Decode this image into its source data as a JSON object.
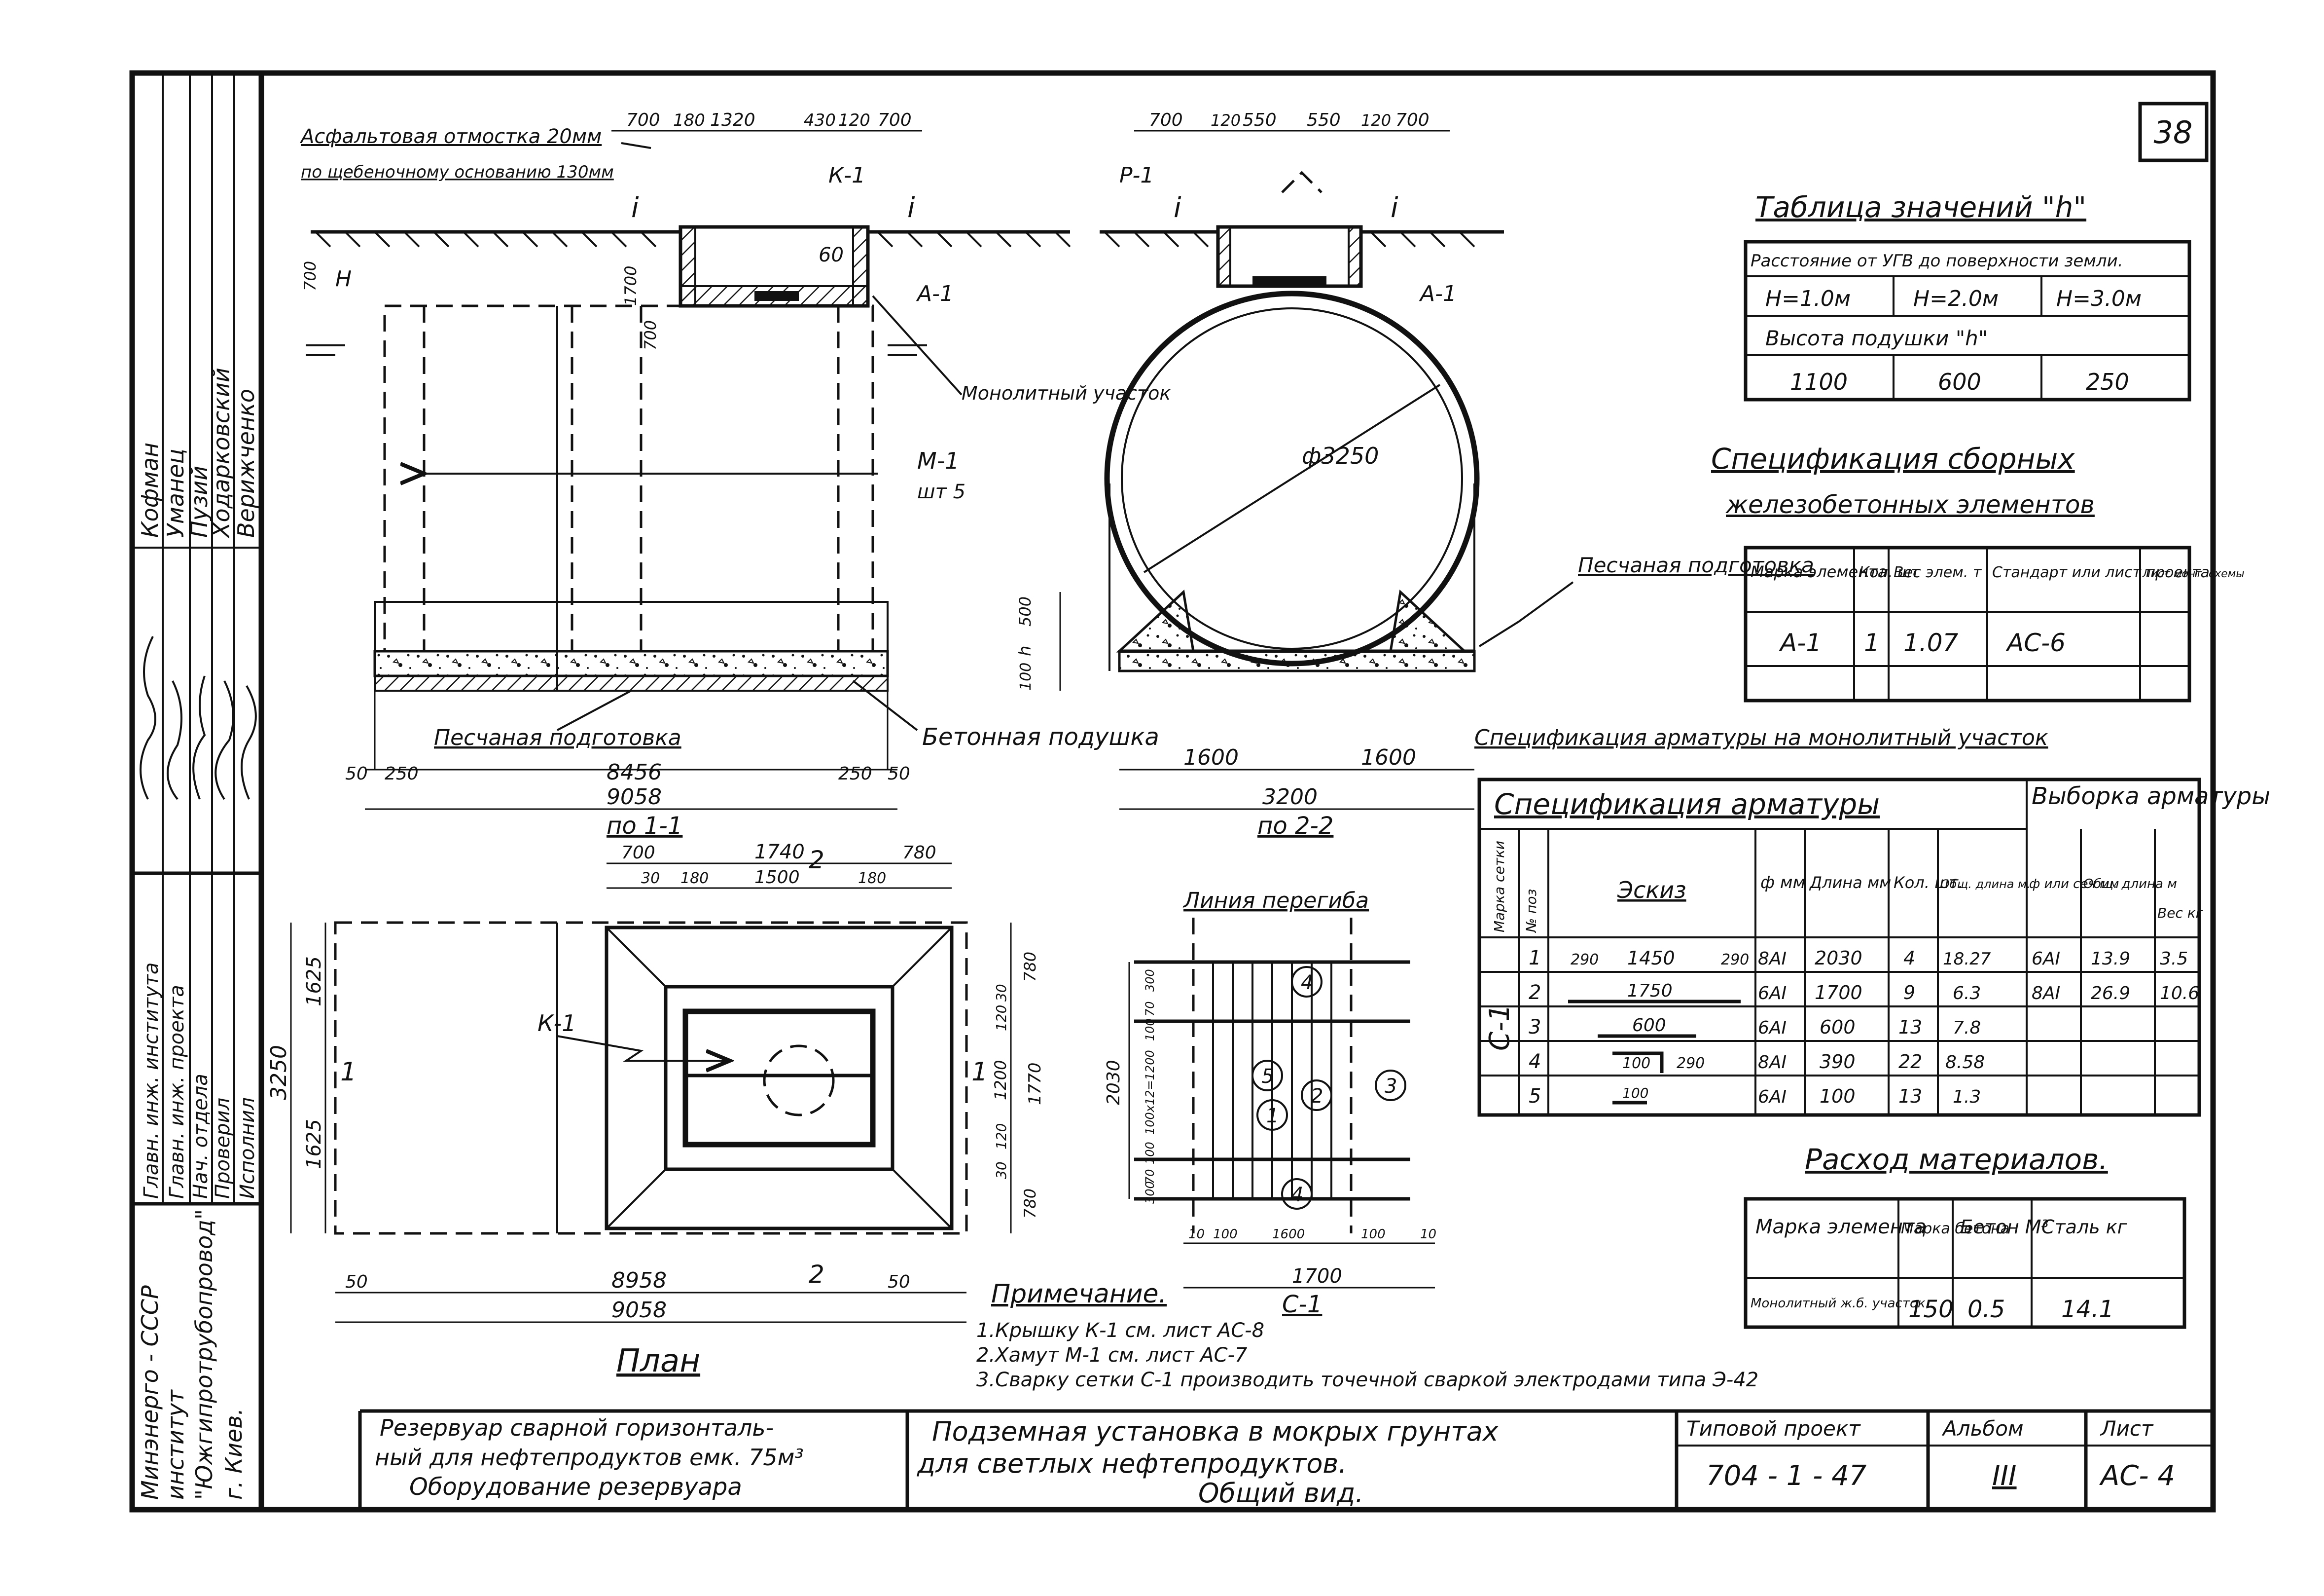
{
  "sheet_number": "38",
  "stamp_names": [
    "Кофман",
    "Уманец",
    "Пузий",
    "Ходарковский",
    "Верижченко"
  ],
  "stamp_roles": [
    "Главн. инж. института",
    "Главн. инж. проекта",
    "Нач. отдела",
    "Проверил",
    "Исполнил"
  ],
  "org": [
    "Минэнерго - СССР",
    "институт",
    "\"Южгипротрубопровод\"",
    "г. Киев."
  ],
  "section1": {
    "title": "по 1-1",
    "asphalt_note_1": "Асфальтовая отмостка 20мм",
    "asphalt_note_2": "по щебеночному основанию 130мм",
    "dims_top": [
      "700",
      "180",
      "1320",
      "430",
      "120",
      "700"
    ],
    "label_i": "i",
    "label_k1": "К-1",
    "label_60": "60",
    "label_a1": "А-1",
    "label_H": "H",
    "label_700": "700",
    "label_1700": "1700",
    "label_700v": "700",
    "monolith": "Монолитный участок",
    "m1": "М-1",
    "m1_count": "шт 5",
    "sand": "Песчаная подготовка",
    "concrete_pad": "Бетонная подушка",
    "dims_bottom": [
      "50",
      "250",
      "8456",
      "250",
      "50"
    ],
    "overall": "9058"
  },
  "section2": {
    "title": "по 2-2",
    "dims_top": [
      "700",
      "120",
      "550",
      "550",
      "120",
      "700"
    ],
    "diameter": "ф3250",
    "label_r1": "Р-1",
    "label_i": "i",
    "label_a1": "А-1",
    "sand": "Песчаная подготовка",
    "dim_500": "500",
    "dim_h": "h",
    "dim_100": "100",
    "dims_bottom": [
      "1600",
      "1600"
    ],
    "overall": "3200"
  },
  "plan": {
    "title": "План",
    "dims_top": [
      "700",
      "1740",
      "780"
    ],
    "dims_top2": [
      "30",
      "180",
      "1500",
      "180"
    ],
    "label_2_top": "2",
    "label_2_bottom": "2",
    "label_1_left": "1",
    "label_1_right": "1",
    "k1": "К-1",
    "height_total": "3250",
    "height_parts": [
      "1625",
      "1625"
    ],
    "right_dims": [
      "780",
      "30",
      "120",
      "1200",
      "120",
      "30",
      "780"
    ],
    "right_total": "1770",
    "dims_bottom": [
      "50",
      "8958",
      "50"
    ],
    "overall": "9058"
  },
  "mesh": {
    "title": "С-1",
    "bend_line": "Линия перегиба",
    "height": "2030",
    "width": "1700",
    "left_dims": [
      "300",
      "70",
      "100",
      "100x12=1200",
      "100",
      "70",
      "300"
    ],
    "bottom_dims": [
      "10",
      "100",
      "1600",
      "100",
      "10"
    ],
    "callouts": [
      "4",
      "5",
      "1",
      "2",
      "3",
      "4"
    ]
  },
  "notes": {
    "title": "Примечание.",
    "lines": [
      "1.Крышку К-1 см. лист АС-8",
      "2.Хамут М-1 см. лист АС-7",
      "3.Сварку сетки С-1 производить точечной сваркой электродами типа Э-42"
    ]
  },
  "h_table": {
    "title": "Таблица значений \"h\"",
    "header": "Расстояние от УГВ до поверхности земли.",
    "cols": [
      "Н=1.0м",
      "Н=2.0м",
      "Н=3.0м"
    ],
    "subheader": "Высота подушки \"h\"",
    "vals": [
      "1100",
      "600",
      "250"
    ]
  },
  "spec_prefab": {
    "title_1": "Спецификация сборных",
    "title_2": "железобетонных элементов",
    "headers": [
      "Марка элемента",
      "Кол. шт",
      "Вес элем. т",
      "Стандарт или лист проекта",
      "Лист монт. схемы"
    ],
    "row": [
      "А-1",
      "1",
      "1.07",
      "АС-6",
      ""
    ]
  },
  "spec_rebar_monolith": {
    "title": "Спецификация арматуры на монолитный участок"
  },
  "spec_rebar": {
    "title": "Спецификация арматуры",
    "selection_title": "Выборка арматуры",
    "headers": [
      "Марка сетки",
      "№ поз",
      "Эскиз",
      "ф мм",
      "Длина мм",
      "Кол. шт.",
      "Общ. длина м.",
      "ф или сеч мм",
      "Общ. длина м",
      "Вес кг"
    ],
    "mark": "С-1",
    "rows": [
      {
        "pos": "1",
        "sketch_l": "290",
        "sketch_m": "1450",
        "sketch_r": "290",
        "d": "8АI",
        "len": "2030",
        "qty": "4",
        "total": "18.27",
        "sel_d": "6АI",
        "sel_len": "13.9",
        "sel_w": "3.5"
      },
      {
        "pos": "2",
        "sketch_l": "",
        "sketch_m": "1750",
        "sketch_r": "",
        "d": "6АI",
        "len": "1700",
        "qty": "9",
        "total": "6.3",
        "sel_d": "8АI",
        "sel_len": "26.9",
        "sel_w": "10.6"
      },
      {
        "pos": "3",
        "sketch_l": "",
        "sketch_m": "600",
        "sketch_r": "",
        "d": "6АI",
        "len": "600",
        "qty": "13",
        "total": "7.8",
        "sel_d": "",
        "sel_len": "",
        "sel_w": ""
      },
      {
        "pos": "4",
        "sketch_l": "",
        "sketch_m": "100",
        "sketch_r": "290",
        "d": "8АI",
        "len": "390",
        "qty": "22",
        "total": "8.58",
        "sel_d": "",
        "sel_len": "",
        "sel_w": ""
      },
      {
        "pos": "5",
        "sketch_l": "",
        "sketch_m": "100",
        "sketch_r": "",
        "d": "6АI",
        "len": "100",
        "qty": "13",
        "total": "1.3",
        "sel_d": "",
        "sel_len": "",
        "sel_w": ""
      }
    ]
  },
  "materials": {
    "title": "Расход материалов.",
    "headers": [
      "Марка элемента",
      "Марка бетона",
      "Бетон М³",
      "Сталь кг"
    ],
    "row": [
      "Монолитный ж.б. участок.",
      "150",
      "0.5",
      "14.1"
    ]
  },
  "title_block": {
    "left": [
      "Резервуар сварной горизонталь-",
      "ный для нефтепродуктов емк. 75м³",
      "Оборудование резервуара"
    ],
    "center": [
      "Подземная установка в мокрых грунтах",
      "для светлых нефтепродуктов.",
      "Общий вид."
    ],
    "project_label": "Типовой проект",
    "project": "704 - 1 - 47",
    "album_label": "Альбом",
    "album": "III",
    "sheet_label": "Лист",
    "sheet": "АС- 4"
  }
}
